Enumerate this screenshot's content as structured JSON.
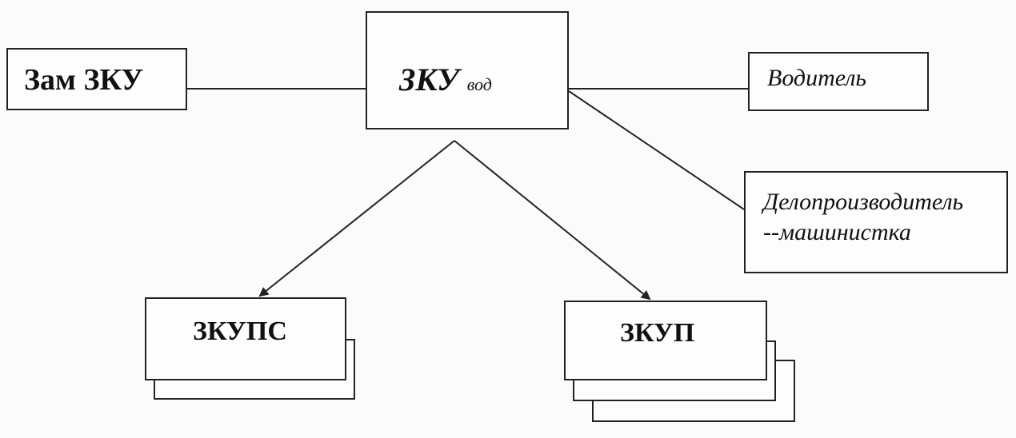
{
  "nodes": {
    "deputy": {
      "label": "Зам  ЗКУ"
    },
    "head": {
      "label": "ЗКУ",
      "subscript": "вод"
    },
    "driver": {
      "label": "Водитель"
    },
    "clerk": {
      "line1": "Делопроизводитель",
      "line2": "--машинистка"
    },
    "zkups": {
      "label": "ЗКУПС"
    },
    "zkup": {
      "label": "ЗКУП"
    }
  },
  "colors": {
    "line": "#222222",
    "paper": "#fbfbfb"
  }
}
